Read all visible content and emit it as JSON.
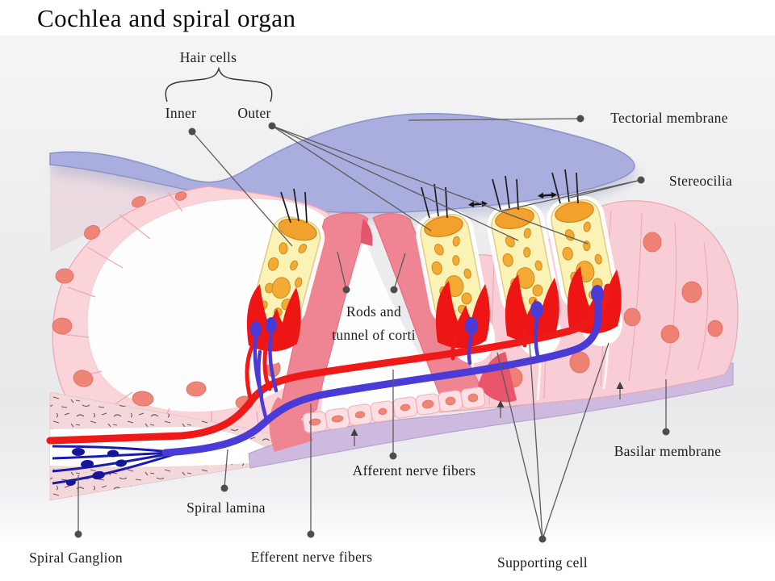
{
  "title": "Cochlea and spiral organ",
  "labels": {
    "hair_cells": "Hair cells",
    "inner": "Inner",
    "outer": "Outer",
    "tectorial_membrane": "Tectorial membrane",
    "stereocilia": "Stereocilia",
    "rods_tunnel_line1": "Rods and",
    "rods_tunnel_line2": "tunnel of corti",
    "basilar_membrane": "Basilar membrane",
    "afferent_nerve_fibers": "Afferent nerve fibers",
    "efferent_nerve_fibers": "Efferent nerve fibers",
    "spiral_lamina": "Spiral lamina",
    "spiral_ganglion": "Spiral Ganglion",
    "supporting_cell": "Supporting cell"
  },
  "colors": {
    "tectorial_membrane": "#a9aede",
    "hair_cell_body": "#faf3b5",
    "hair_cell_granule": "#f3ab33",
    "rods_of_corti": "#ef8593",
    "supporting_cell": "#f9cdd5",
    "cell_nucleus": "#ee8577",
    "basilar_membrane": "#cdbade",
    "afferent_fiber_red": "#ee1a1a",
    "efferent_fiber_blue": "#4a3bd6",
    "spiral_ganglion_blue": "#1b1bac",
    "leader_line": "#5b5b5b"
  }
}
